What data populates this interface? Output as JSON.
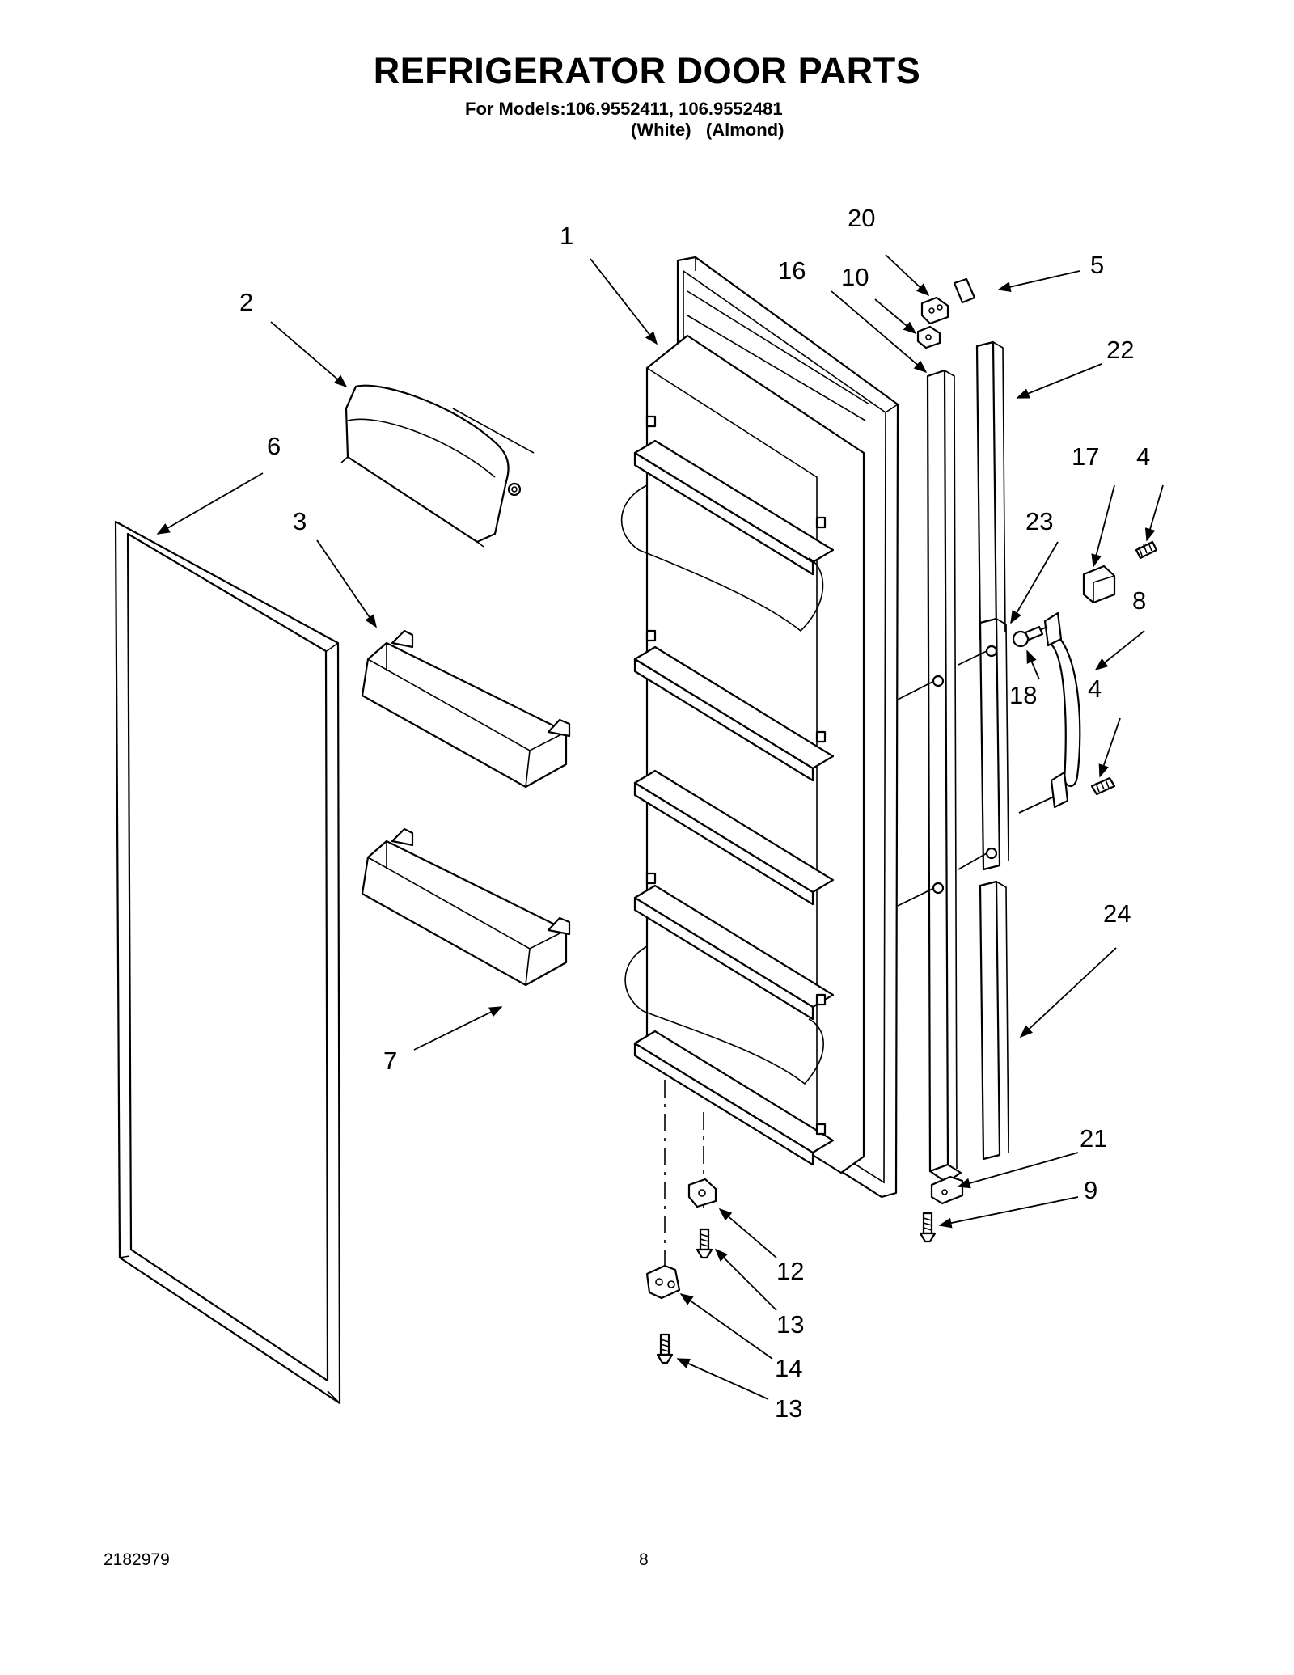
{
  "header": {
    "title": "REFRIGERATOR DOOR PARTS",
    "models": "For Models:106.9552411, 106.9552481",
    "variants": "(White)   (Almond)"
  },
  "footer": {
    "doc_number": "2182979",
    "page_number": "8"
  },
  "callouts": {
    "c1": "1",
    "c2": "2",
    "c3": "3",
    "c4a": "4",
    "c4b": "4",
    "c5": "5",
    "c6": "6",
    "c7": "7",
    "c8": "8",
    "c9": "9",
    "c10": "10",
    "c12": "12",
    "c13a": "13",
    "c13b": "13",
    "c14": "14",
    "c16": "16",
    "c17": "17",
    "c18": "18",
    "c20": "20",
    "c21": "21",
    "c22": "22",
    "c23": "23",
    "c24": "24"
  }
}
